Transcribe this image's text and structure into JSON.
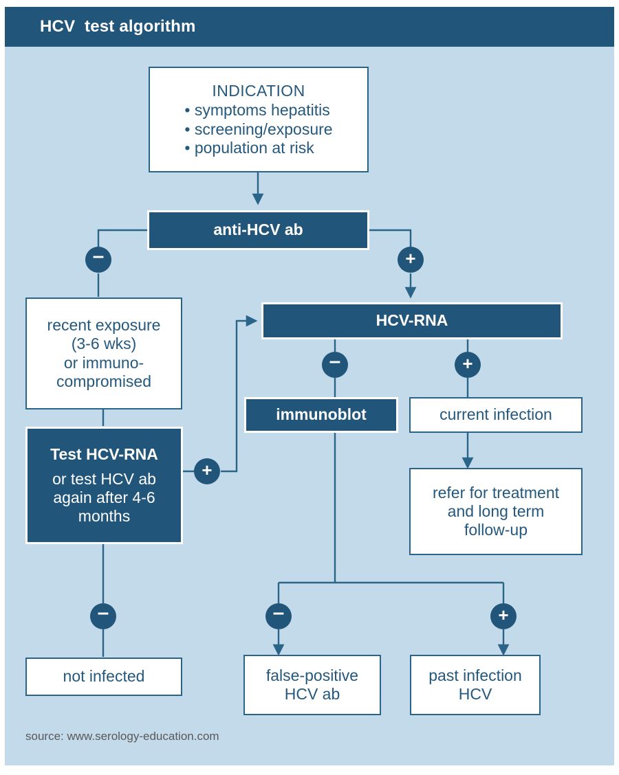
{
  "header": {
    "title": "HCV  test algorithm"
  },
  "colors": {
    "panel_bg": "#c2daea",
    "dark_blue": "#22557a",
    "border_blue": "#2b6489",
    "text_blue": "#24587d",
    "white": "#ffffff",
    "source_grey": "#595959"
  },
  "nodes": {
    "indication": {
      "title": "INDICATION",
      "bullets": [
        "• symptoms hepatitis",
        "• screening/exposure",
        "• population at risk"
      ],
      "style": "light"
    },
    "anti_hcv_ab": {
      "label": "anti-HCV ab",
      "style": "dark"
    },
    "recent_exposure": {
      "lines": [
        "recent exposure",
        "(3-6 wks)",
        "or immuno-",
        "compromised"
      ],
      "style": "light"
    },
    "test_hcv_rna": {
      "title": "Test HCV-RNA",
      "lines": [
        "or test HCV ab",
        "again after 4-6",
        "months"
      ],
      "style": "dark"
    },
    "hcv_rna": {
      "label": "HCV-RNA",
      "style": "dark"
    },
    "immunoblot": {
      "label": "immunoblot",
      "style": "dark"
    },
    "current_infection": {
      "label": "current infection",
      "style": "light"
    },
    "refer_treatment": {
      "lines": [
        "refer for treatment",
        "and long term",
        "follow-up"
      ],
      "style": "light"
    },
    "not_infected": {
      "label": "not infected",
      "style": "light"
    },
    "false_positive": {
      "lines": [
        "false-positive",
        "HCV ab"
      ],
      "style": "light"
    },
    "past_infection": {
      "lines": [
        "past infection",
        "HCV"
      ],
      "style": "light"
    }
  },
  "badges": {
    "anti_hcv_neg": "–",
    "anti_hcv_pos": "+",
    "test_rna_pos": "+",
    "hcv_rna_neg": "–",
    "hcv_rna_pos": "+",
    "left_bottom_neg": "–",
    "immunoblot_neg": "–",
    "immunoblot_pos": "+"
  },
  "footer": {
    "source": "source: www.serology-education.com"
  }
}
